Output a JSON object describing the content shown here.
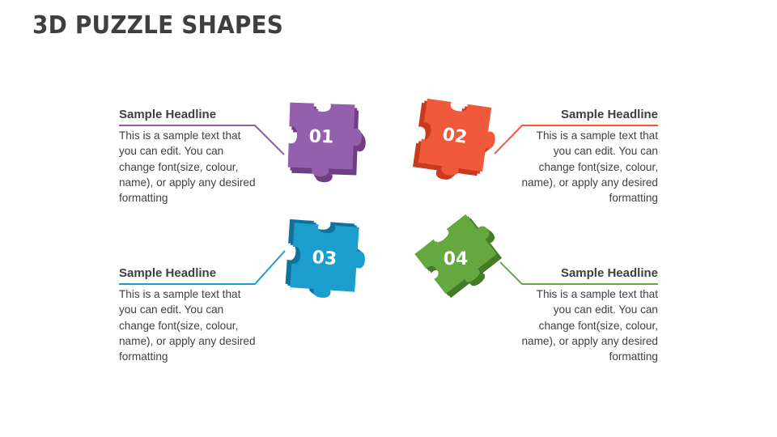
{
  "slide": {
    "title": "3D PUZZLE SHAPES"
  },
  "items": [
    {
      "number": "01",
      "color": "#8E5BA7",
      "side_color": "#6E3F87",
      "headline": "Sample Headline",
      "text": "This is a sample text that you can edit. You can change font(size, colour, name), or apply any desired formatting"
    },
    {
      "number": "02",
      "color": "#F05A3A",
      "side_color": "#C93B1E",
      "headline": "Sample Headline",
      "text": "This is a sample text that you can edit. You can change font(size, colour, name), or apply any desired formatting"
    },
    {
      "number": "03",
      "color": "#1B9ECE",
      "side_color": "#10729A",
      "headline": "Sample Headline",
      "text": "This is a sample text that you can edit. You can change font(size, colour, name), or apply any desired formatting"
    },
    {
      "number": "04",
      "color": "#64A83F",
      "side_color": "#447B27",
      "headline": "Sample Headline",
      "text": "This is a sample text that you can edit. You can change font(size, colour, name), or apply any desired formatting"
    }
  ]
}
